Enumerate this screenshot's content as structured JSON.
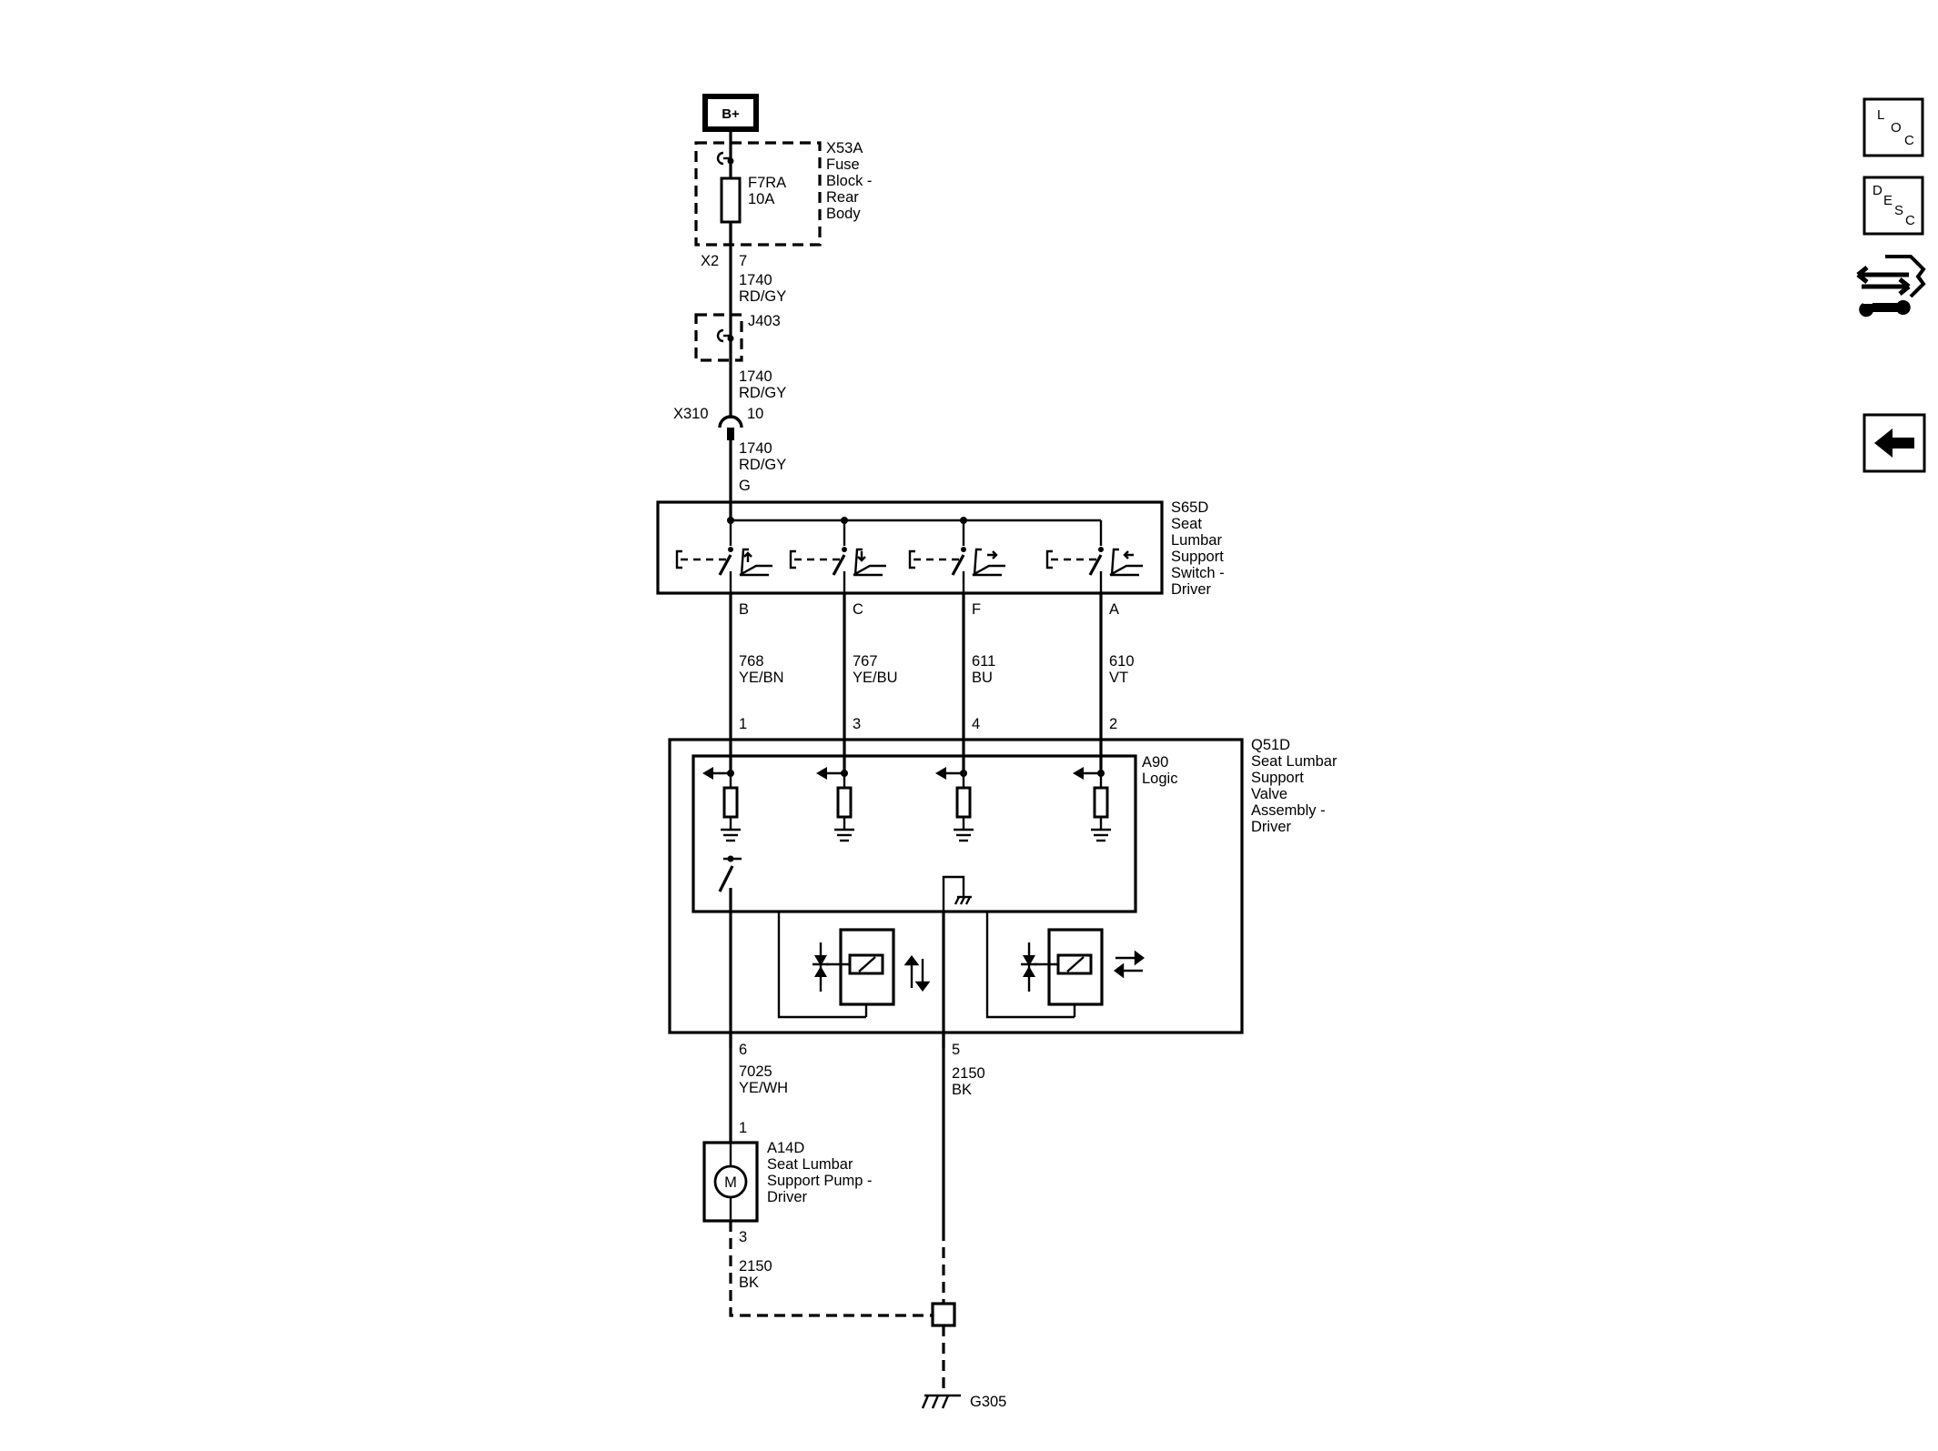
{
  "power": {
    "label": "B+"
  },
  "fuse_block": {
    "fuse_id": "F7RA",
    "fuse_rating": "10A",
    "ref": "X53A",
    "name_lines": [
      "Fuse",
      "Block -",
      "Rear",
      "Body"
    ],
    "connector": "X2",
    "pin": "7"
  },
  "splice": {
    "id": "J403"
  },
  "inline_connector": {
    "id": "X310",
    "pin": "10"
  },
  "wires": {
    "w1740_a": {
      "circuit": "1740",
      "color": "RD/GY"
    },
    "w1740_b": {
      "circuit": "1740",
      "color": "RD/GY"
    },
    "w1740_c": {
      "circuit": "1740",
      "color": "RD/GY"
    },
    "w768": {
      "circuit": "768",
      "color": "YE/BN"
    },
    "w767": {
      "circuit": "767",
      "color": "YE/BU"
    },
    "w611": {
      "circuit": "611",
      "color": "BU"
    },
    "w610": {
      "circuit": "610",
      "color": "VT"
    },
    "w7025": {
      "circuit": "7025",
      "color": "YE/WH"
    },
    "w2150_a": {
      "circuit": "2150",
      "color": "BK"
    },
    "w2150_b": {
      "circuit": "2150",
      "color": "BK"
    }
  },
  "switch_module": {
    "ref": "S65D",
    "name_lines": [
      "Seat",
      "Lumbar",
      "Support",
      "Switch -",
      "Driver"
    ],
    "input_pin": "G",
    "output_pins": [
      "B",
      "C",
      "F",
      "A"
    ]
  },
  "valve_module": {
    "ref": "Q51D",
    "name_lines": [
      "Seat Lumbar",
      "Support",
      "Valve",
      "Assembly -",
      "Driver"
    ],
    "input_pins": [
      "1",
      "3",
      "4",
      "2"
    ],
    "logic_ref": "A90",
    "logic_name": "Logic",
    "output_pin_motor": "6",
    "ground_pin": "5"
  },
  "pump": {
    "ref": "A14D",
    "name_lines": [
      "Seat Lumbar",
      "Support Pump -",
      "Driver"
    ],
    "motor_symbol": "M",
    "pin_top": "1",
    "pin_bottom": "3"
  },
  "ground": {
    "id": "G305"
  },
  "nav": {
    "loc": {
      "letters": [
        "L",
        "O",
        "C"
      ]
    },
    "desc": {
      "letters": [
        "D",
        "E",
        "S",
        "C"
      ]
    }
  }
}
